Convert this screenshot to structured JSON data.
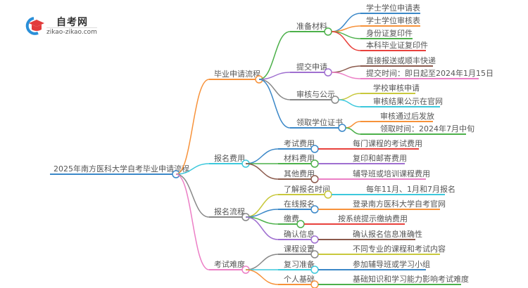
{
  "logo": {
    "title": "自考网",
    "subtitle": "zikao-zikao.com"
  },
  "root": {
    "label": "2025年南方医科大学自考毕业申请流程",
    "color": "#3b88c8"
  },
  "branches": [
    {
      "label": "毕业申请流程",
      "color": "#f7923a",
      "children": [
        {
          "label": "准备材料",
          "color": "#4cb04a",
          "children": [
            {
              "label": "学士学位申请表",
              "color": "#3b88c8"
            },
            {
              "label": "学士学位审核表",
              "color": "#f7923a"
            },
            {
              "label": "身份证复印件",
              "color": "#4cb04a"
            },
            {
              "label": "本科毕业证复印件",
              "color": "#e8413c"
            }
          ]
        },
        {
          "label": "提交申请",
          "color": "#9f6fd0",
          "children": [
            {
              "label": "直接报送或顺丰快递",
              "color": "#8b5a4c"
            },
            {
              "label": "提交时间：即日起至2024年1月15日",
              "color": "#ec7fc6"
            }
          ]
        },
        {
          "label": "审核与公示",
          "color": "#888888",
          "children": [
            {
              "label": "学校审核申请",
              "color": "#c8c83c"
            },
            {
              "label": "审核结果公示在官网",
              "color": "#3cc8dc"
            }
          ]
        },
        {
          "label": "领取学位证书",
          "color": "#3b88c8",
          "children": [
            {
              "label": "审核通过后发放",
              "color": "#f7923a"
            },
            {
              "label": "领取时间：2024年7月中旬",
              "color": "#4cb04a"
            }
          ]
        }
      ]
    },
    {
      "label": "报名费用",
      "color": "#3cc8dc",
      "children": [
        {
          "label": "考试费用",
          "color": "#3b88c8",
          "children": [
            {
              "label": "每门课程的考试费用",
              "color": "#e8413c"
            }
          ]
        },
        {
          "label": "材料费用",
          "color": "#4cb04a",
          "children": [
            {
              "label": "复印和邮寄费用",
              "color": "#9f6fd0"
            }
          ]
        },
        {
          "label": "其他费用",
          "color": "#8b5a4c",
          "children": [
            {
              "label": "辅导班或培训课程费用",
              "color": "#ec7fc6"
            }
          ]
        }
      ]
    },
    {
      "label": "报名流程",
      "color": "#888888",
      "children": [
        {
          "label": "了解报名时间",
          "color": "#c8c83c",
          "children": [
            {
              "label": "每年11月、1月和7月报名",
              "color": "#3cc8dc"
            }
          ]
        },
        {
          "label": "在线报名",
          "color": "#3b88c8",
          "children": [
            {
              "label": "登录南方医科大学自考官网",
              "color": "#f7923a"
            }
          ]
        },
        {
          "label": "缴费",
          "color": "#4cb04a",
          "children": [
            {
              "label": "按系统提示缴纳费用",
              "color": "#e8413c"
            }
          ]
        },
        {
          "label": "确认信息",
          "color": "#9f6fd0",
          "children": [
            {
              "label": "确认报名信息准确性",
              "color": "#8b5a4c"
            }
          ]
        }
      ]
    },
    {
      "label": "考试难度",
      "color": "#ec7fc6",
      "children": [
        {
          "label": "课程设置",
          "color": "#888888",
          "children": [
            {
              "label": "不同专业的课程和考试内容",
              "color": "#c8c83c"
            }
          ]
        },
        {
          "label": "复习准备",
          "color": "#3cc8dc",
          "children": [
            {
              "label": "参加辅导班或学习小组",
              "color": "#3b88c8"
            }
          ]
        },
        {
          "label": "个人基础",
          "color": "#f7923a",
          "children": [
            {
              "label": "基础知识和学习能力影响考试难度",
              "color": "#4cb04a"
            }
          ]
        }
      ]
    }
  ]
}
